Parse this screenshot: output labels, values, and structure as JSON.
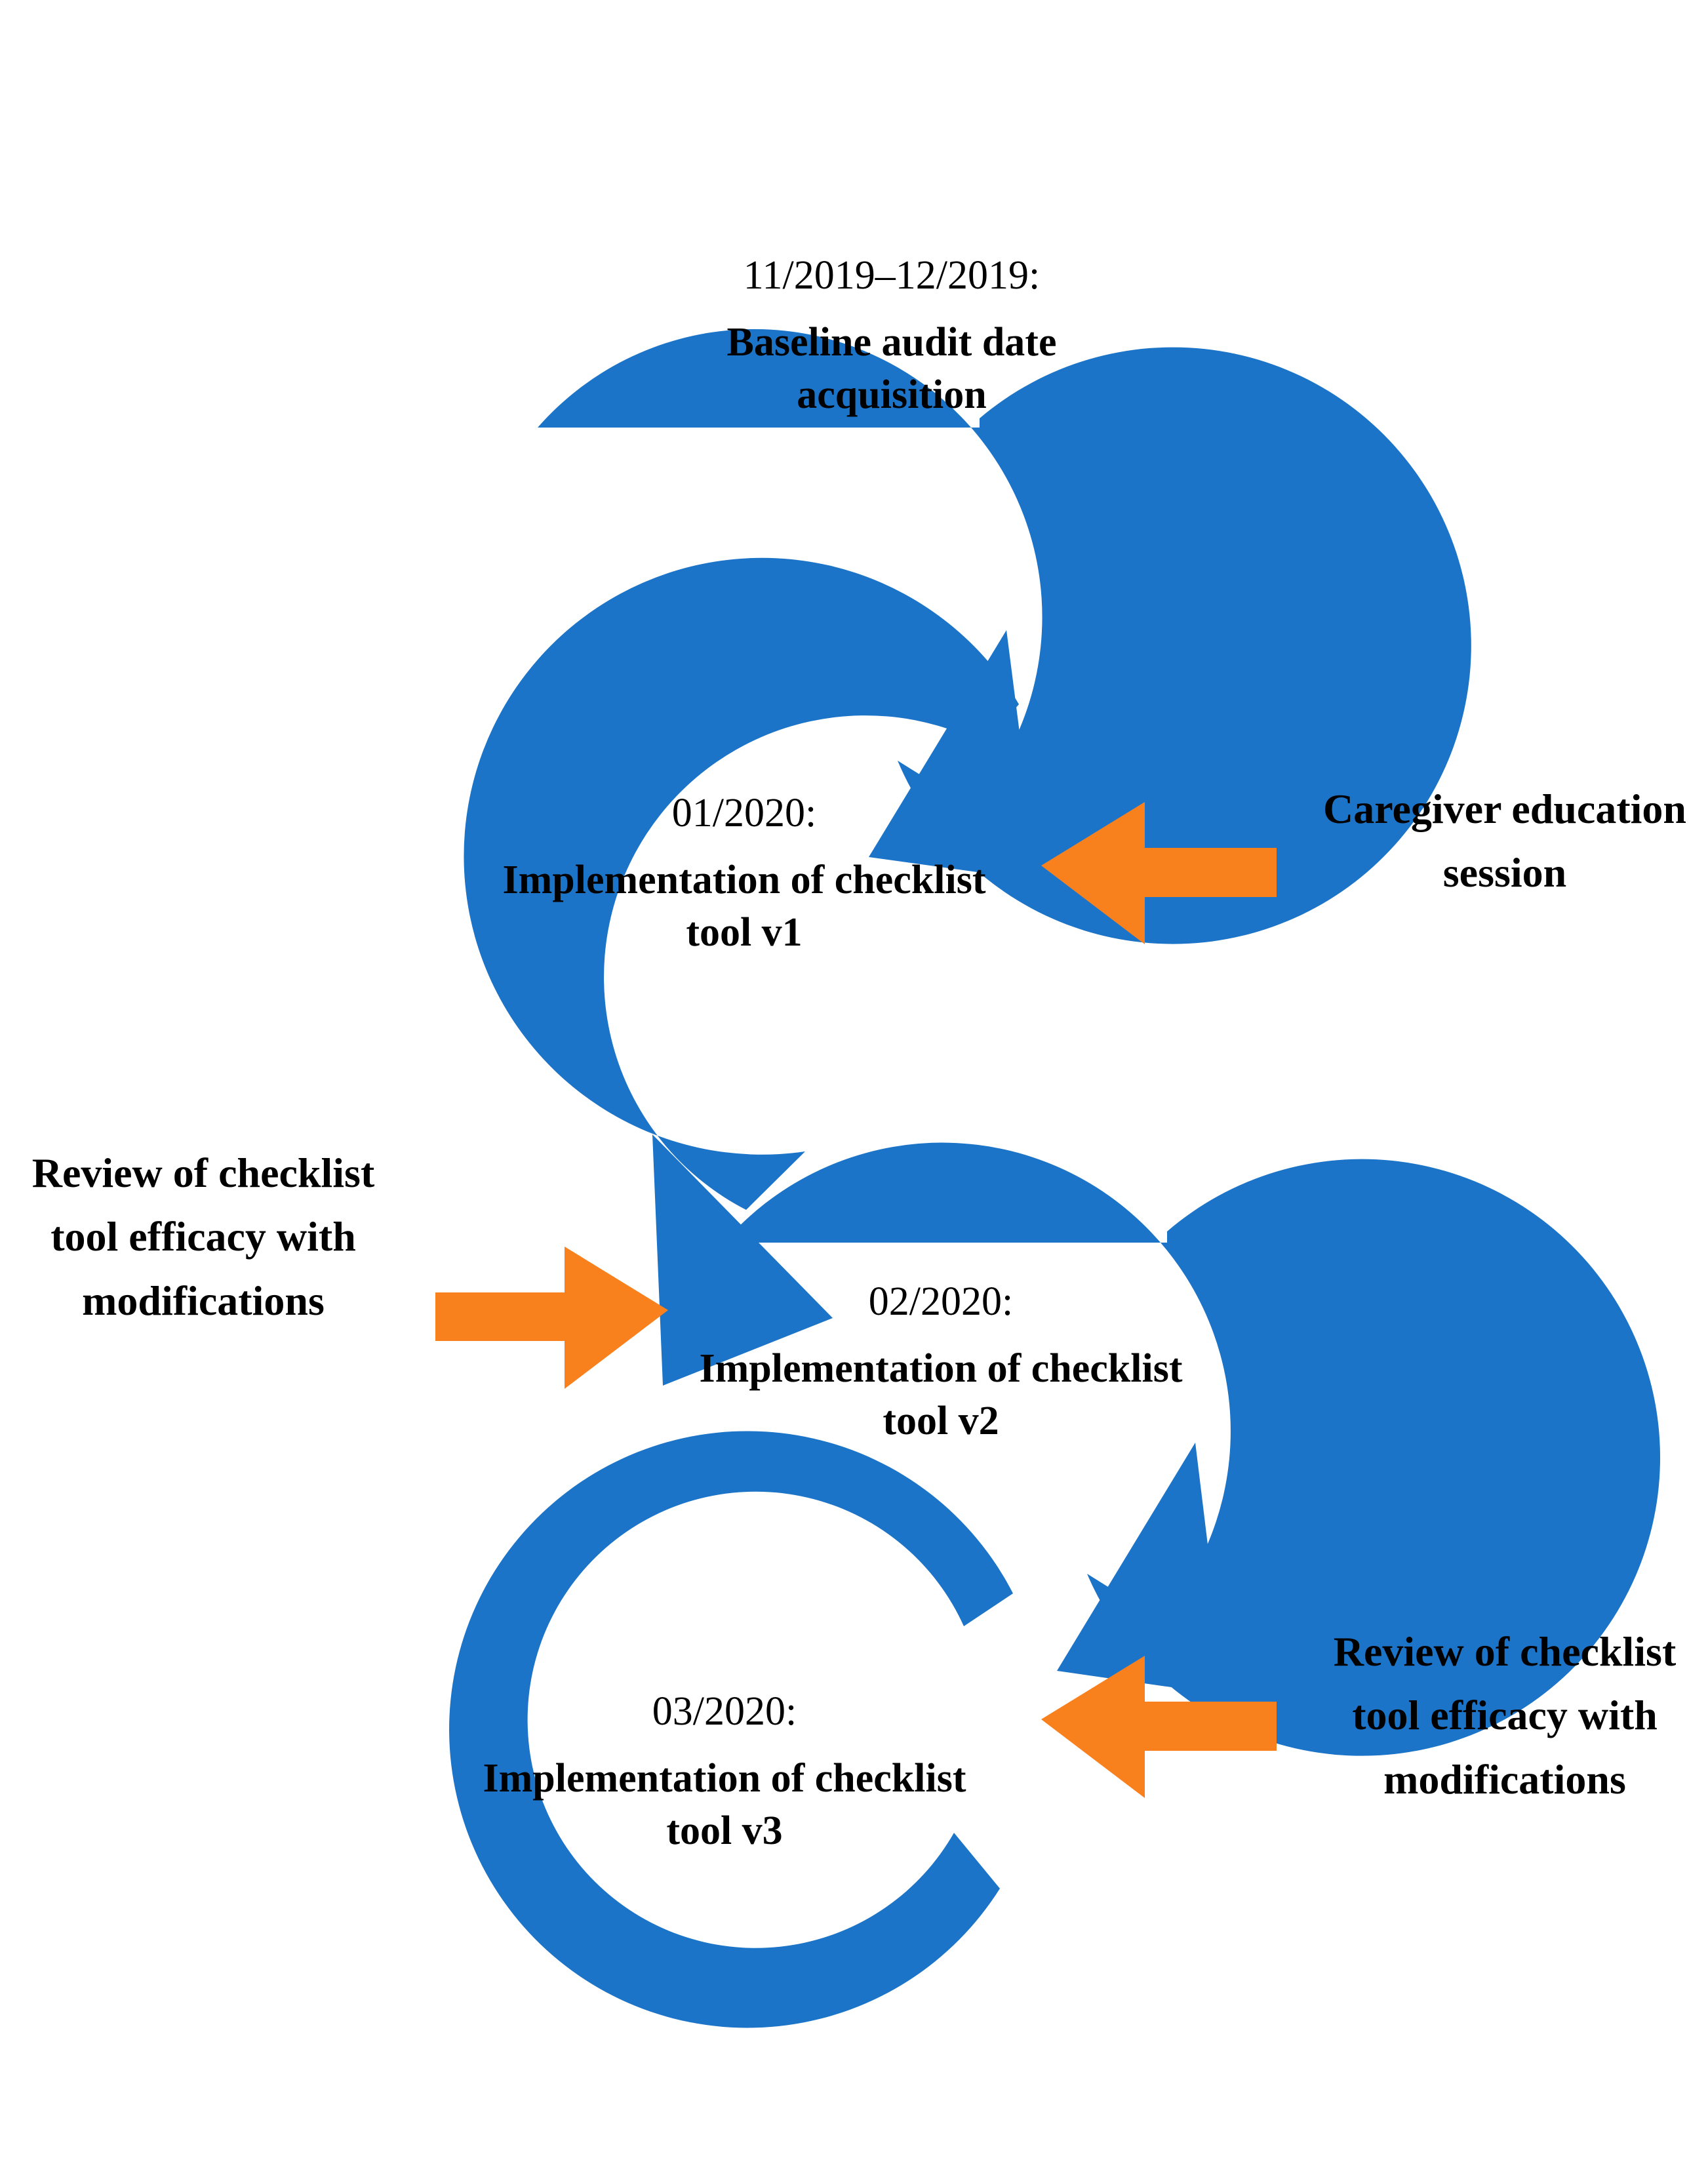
{
  "figure": {
    "kind": "circular-process-flow-diagram",
    "colors": {
      "cycle_arrow": "#1B74C8",
      "annotation_arrow": "#F8811E",
      "text": "#000000",
      "background": "#FFFFFF"
    }
  },
  "stages": [
    {
      "id": "stage-baseline",
      "period": "11/2019–12/2019:",
      "description": "Baseline audit date acquisition"
    },
    {
      "id": "stage-v1",
      "period": "01/2020:",
      "description": "Implementation of checklist tool v1"
    },
    {
      "id": "stage-v2",
      "period": "02/2020:",
      "description": "Implementation of checklist tool v2"
    },
    {
      "id": "stage-v3",
      "period": "03/2020:",
      "description": "Implementation of checklist tool v3"
    }
  ],
  "annotations": [
    {
      "id": "note-caregiver-education",
      "text": "Caregiver education session",
      "arrow": "left-arrow-icon",
      "side": "right"
    },
    {
      "id": "note-review-1",
      "text": "Review of checklist tool efficacy with modifications",
      "arrow": "right-arrow-icon",
      "side": "left"
    },
    {
      "id": "note-review-2",
      "text": "Review of checklist tool efficacy with modifications",
      "arrow": "left-arrow-icon",
      "side": "right"
    }
  ]
}
